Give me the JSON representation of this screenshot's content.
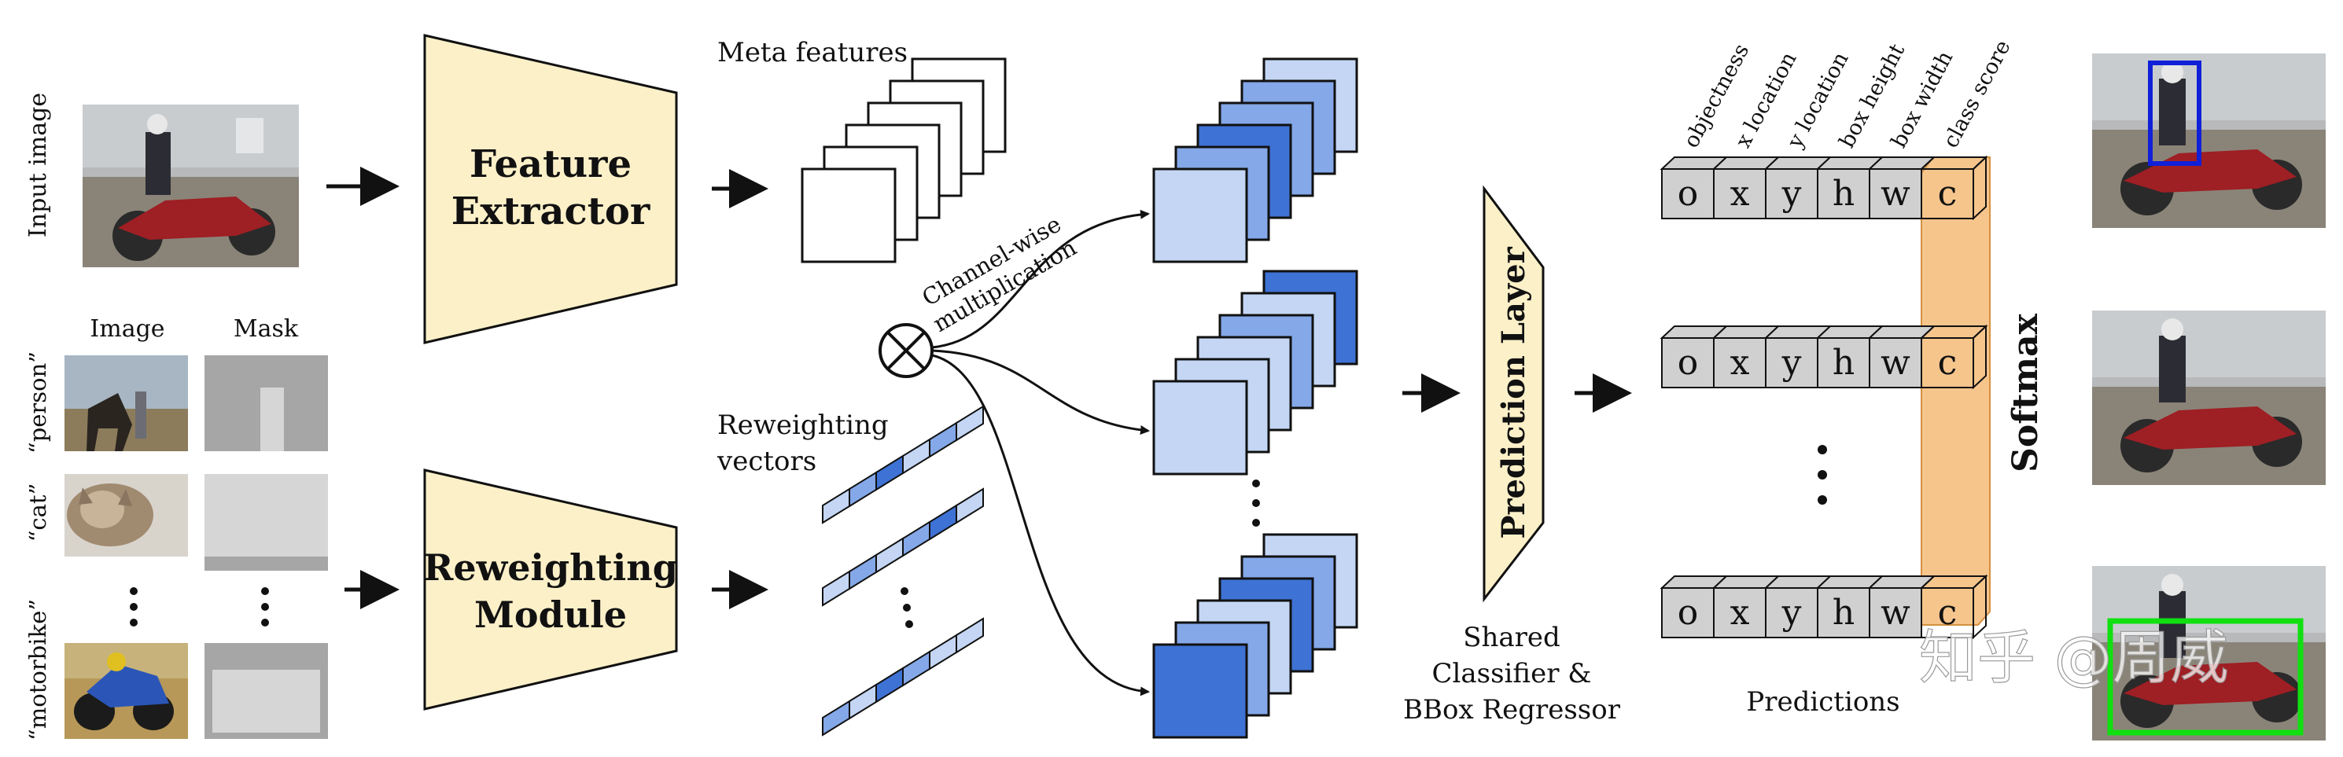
{
  "input_image_label": "Input image",
  "support_headers": {
    "image": "Image",
    "mask": "Mask"
  },
  "support_classes": [
    "“person”",
    "“cat”",
    "“motorbike”"
  ],
  "feature_extractor": {
    "line1": "Feature",
    "line2": "Extractor"
  },
  "reweighting_module": {
    "line1": "Reweighting",
    "line2": "Module"
  },
  "meta_features_label": "Meta features",
  "reweighting_vectors_label": {
    "line1": "Reweighting",
    "line2": "vectors"
  },
  "channel_wise_label": {
    "line1": "Channel-wise",
    "line2": "multiplication"
  },
  "prediction_layer_label": "Prediction Layer",
  "shared_label": {
    "line1": "Shared",
    "line2": "Classifier &",
    "line3": "BBox Regressor"
  },
  "prediction_headers": [
    "objectness",
    "x location",
    "y location",
    "box height",
    "box width",
    "class score"
  ],
  "prediction_cells": [
    "o",
    "x",
    "y",
    "h",
    "w",
    "c"
  ],
  "predictions_label": "Predictions",
  "softmax_label": "Softmax",
  "watermark": "知乎 @周威",
  "colors": {
    "box_fill": "#fcf0c8",
    "cell_fill": "#d0d0d0",
    "class_band": "#f2b266",
    "detect_blue": "#1020d8",
    "detect_green": "#10e010",
    "blue_dark": "#3e72d4",
    "blue_mid": "#84a8e8",
    "blue_light": "#c4d6f4"
  }
}
